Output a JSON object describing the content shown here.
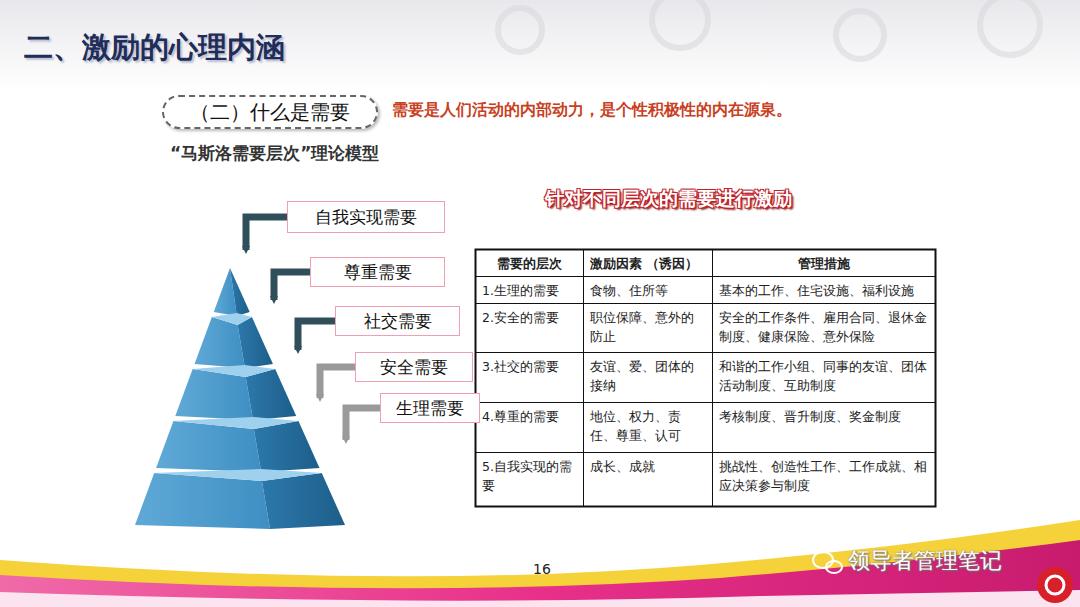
{
  "diagram": {
    "title": "二、激励的心理内涵",
    "nodes": [
      {
        "text": [
          "（二）什么是需要"
        ]
      },
      {
        "text": [
          "自我实现需要"
        ]
      },
      {
        "text": [
          "尊重需要"
        ]
      },
      {
        "text": [
          "社交需要"
        ]
      },
      {
        "text": [
          "安全需要"
        ]
      },
      {
        "text": [
          "生理需要"
        ]
      }
    ],
    "edges": [],
    "labels": [
      "需要是人们活动的内部动力，是个性积极性的内在源泉。",
      "“马斯洛需要层次”理论模型",
      "针对不同层次的需要进行激励",
      "需要的层次",
      "激励因素 （诱因）",
      "管理措施",
      "1.生理的需要",
      "食物、住所等",
      "基本的工作、住宅设施、福利设施",
      "2.安全的需要",
      "职位保障、意外的防止",
      "安全的工作条件、雇用合同、退休金制度、健康保险、意外保险",
      "3.社交的需要",
      "友谊、爱、团体的接纳",
      "和谐的工作小组、同事的友谊、团体活动制度、互助制度",
      "4.尊重的需要",
      "地位、权力、责任、尊重、认可",
      "考核制度、晋升制度、奖金制度",
      "5.自我实现的需要",
      "成长、成就",
      "挑战性、创造性工作、工作成就、相应决策参与制度",
      "16",
      "领导者管理笔记"
    ]
  }
}
